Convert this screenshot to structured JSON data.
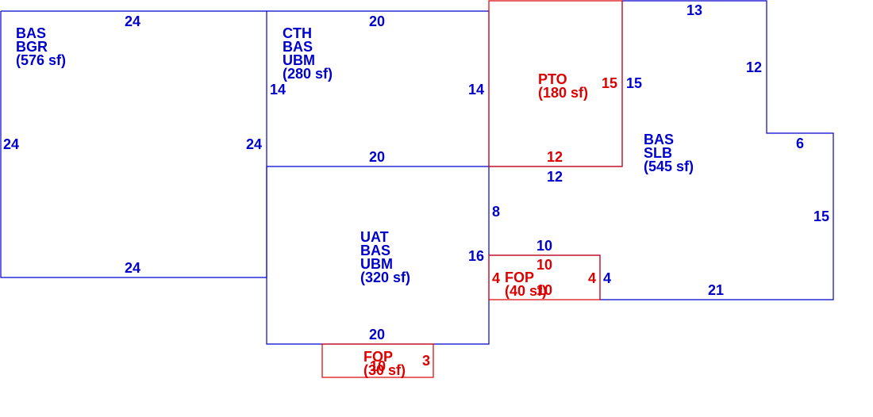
{
  "colors": {
    "main": "#0000cc",
    "porch": "#dd0000",
    "background": "#ffffff"
  },
  "areas": {
    "garage": {
      "lines": [
        "BAS",
        "BGR",
        "(576 sf)"
      ]
    },
    "cth": {
      "lines": [
        "CTH",
        "BAS",
        "UBM",
        "(280 sf)"
      ]
    },
    "uat": {
      "lines": [
        "UAT",
        "BAS",
        "UBM",
        "(320 sf)"
      ]
    },
    "slb": {
      "lines": [
        "BAS",
        "SLB",
        "(545 sf)"
      ]
    },
    "pto": {
      "lines": [
        "PTO",
        "(180 sf)"
      ]
    },
    "fop_mid": {
      "lines": [
        "FOP",
        "(40 sf)"
      ]
    },
    "fop_bot": {
      "lines": [
        "FOP",
        "(30 sf)"
      ]
    }
  },
  "dimensions": {
    "garage_top": "24",
    "garage_left": "24",
    "garage_bottom": "24",
    "garage_right": "24",
    "cth_top": "20",
    "cth_left": "14",
    "cth_right": "14",
    "cth_bottom": "20",
    "uat_bottom": "20",
    "uat_right": "16",
    "slb_inner_top": "12",
    "slb_left": "8",
    "slb_top": "13",
    "slb_step_right": "12",
    "slb_step": "6",
    "slb_right": "15",
    "slb_bottom": "21",
    "slb_pto_side": "15",
    "pto_right": "15",
    "pto_bottom": "12",
    "fop_mid_top_blue": "10",
    "fop_mid_top": "10",
    "fop_mid_left": "4",
    "fop_mid_right": "4",
    "fop_mid_right_blue": "4",
    "fop_mid_bottom": "10",
    "fop_bot_top": "10",
    "fop_bot_right": "3"
  }
}
